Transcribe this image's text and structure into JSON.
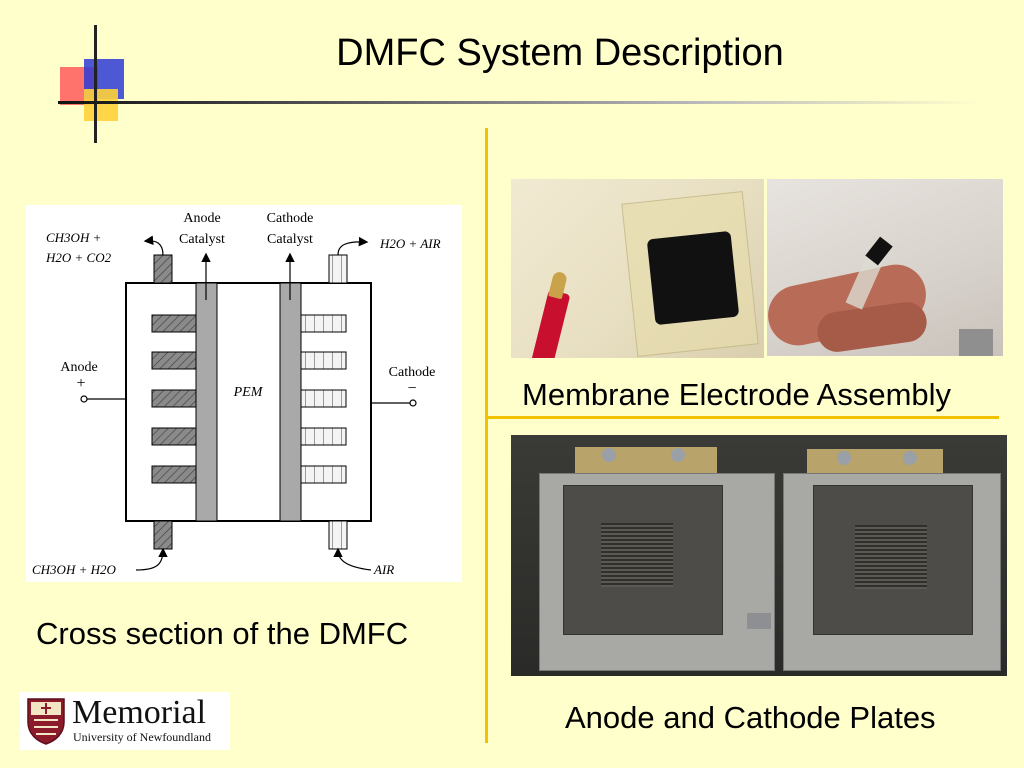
{
  "slide": {
    "title": "DMFC System Description",
    "captions": {
      "cross_section": "Cross section of the DMFC",
      "mea": "Membrane Electrode Assembly",
      "plates": "Anode and Cathode Plates"
    }
  },
  "diagram": {
    "anode_catalyst": [
      "Anode",
      "Catalyst"
    ],
    "cathode_catalyst": [
      "Cathode",
      "Catalyst"
    ],
    "anode_out": [
      "CH3OH +",
      "H2O + CO2"
    ],
    "cathode_out": "H2O + AIR",
    "anode_label": "Anode",
    "anode_sign": "+",
    "cathode_label": "Cathode",
    "cathode_sign": "−",
    "membrane": "PEM",
    "anode_in": "CH3OH + H2O",
    "cathode_in": "AIR"
  },
  "logo": {
    "name": "Memorial",
    "subtitle": "University of Newfoundland"
  },
  "colors": {
    "background": "#FFFFCC",
    "accent_line": "#F2C200",
    "logo_red": "#8B1A2B"
  }
}
